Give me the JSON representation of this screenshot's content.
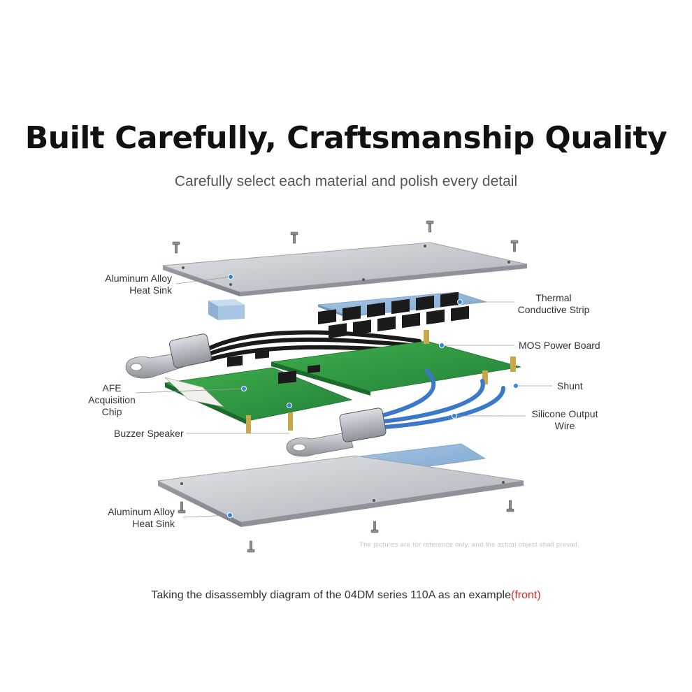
{
  "header": {
    "title": "Built Carefully, Craftsmanship Quality",
    "subtitle": "Carefully select each material and polish every detail"
  },
  "labels": {
    "heat_sink_top": "Aluminum Alloy\nHeat Sink",
    "thermal_strip": "Thermal\nConductive Strip",
    "mos_board": "MOS Power Board",
    "afe_chip": "AFE Acquisition\nChip",
    "shunt": "Shunt",
    "silicone_wire": "Silicone Output\nWire",
    "buzzer": "Buzzer Speaker",
    "heat_sink_bottom": "Aluminum Alloy\nHeat Sink"
  },
  "disclaimer": "The pictures are for reference only, and the actual object shall prevail.",
  "caption": {
    "main": "Taking the disassembly diagram of the 04DM series 110A as an example",
    "highlight": "(front)"
  },
  "colors": {
    "title": "#111111",
    "plate": "#c9ccd0",
    "thermal_pad": "#8fb4d8",
    "pcb": "#2e9a3c",
    "wire_blue": "#3b78c9",
    "wire_black": "#1a1a1a",
    "highlight": "#d32b1f",
    "dot": "#2f86d6"
  }
}
